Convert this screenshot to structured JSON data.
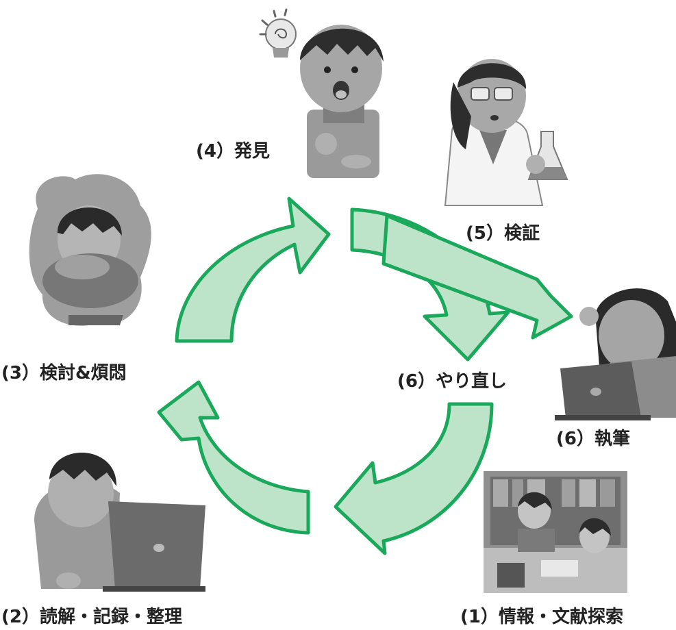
{
  "labels": {
    "step4": "(4）発見",
    "step5": "(5）検証",
    "step3": "(3）検討&煩悶",
    "step6_redo": "(6）やり直し",
    "step6_write": "(6）執筆",
    "step2": "(2）読解・記録・整理",
    "step1": "(1）情報・文献探索"
  },
  "colors": {
    "arrow_fill": "#bde3c9",
    "arrow_stroke": "#1aa85a",
    "figure_gray": "#8a8a8a",
    "figure_dark": "#3a3a3a"
  }
}
